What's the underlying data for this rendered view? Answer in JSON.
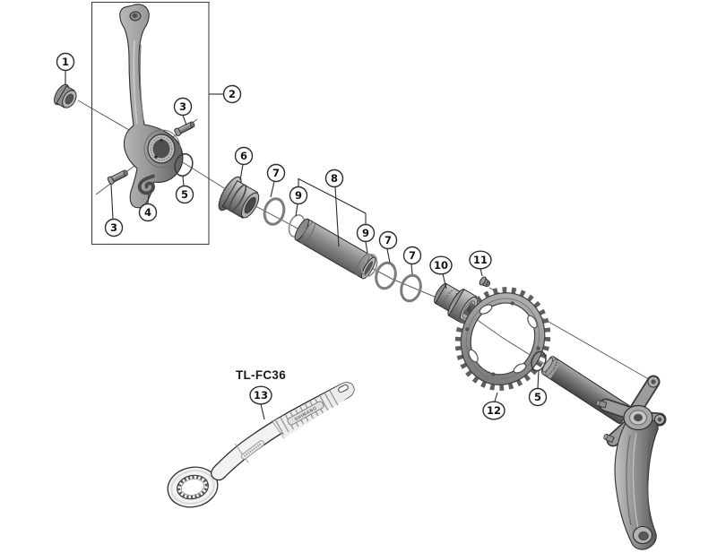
{
  "diagram": {
    "type": "exploded-parts-diagram",
    "subject": "bicycle crankset exploded assembly view",
    "tool": {
      "model": "TL-FC36",
      "brand": "SHIMANO"
    },
    "callouts": {
      "c1": "1",
      "c2": "2",
      "c3a": "3",
      "c3b": "3",
      "c4": "4",
      "c5a": "5",
      "c5b": "5",
      "c6": "6",
      "c7a": "7",
      "c7b": "7",
      "c7c": "7",
      "c8": "8",
      "c9a": "9",
      "c9b": "9",
      "c10": "10",
      "c11": "11",
      "c12": "12",
      "c13": "13"
    },
    "colors": {
      "background": "#ffffff",
      "line": "#2a2a2a",
      "axis_line": "#5c5c5c",
      "metal_light": "#cdcdcd",
      "metal_mid": "#929292",
      "metal_dark": "#585858"
    }
  }
}
